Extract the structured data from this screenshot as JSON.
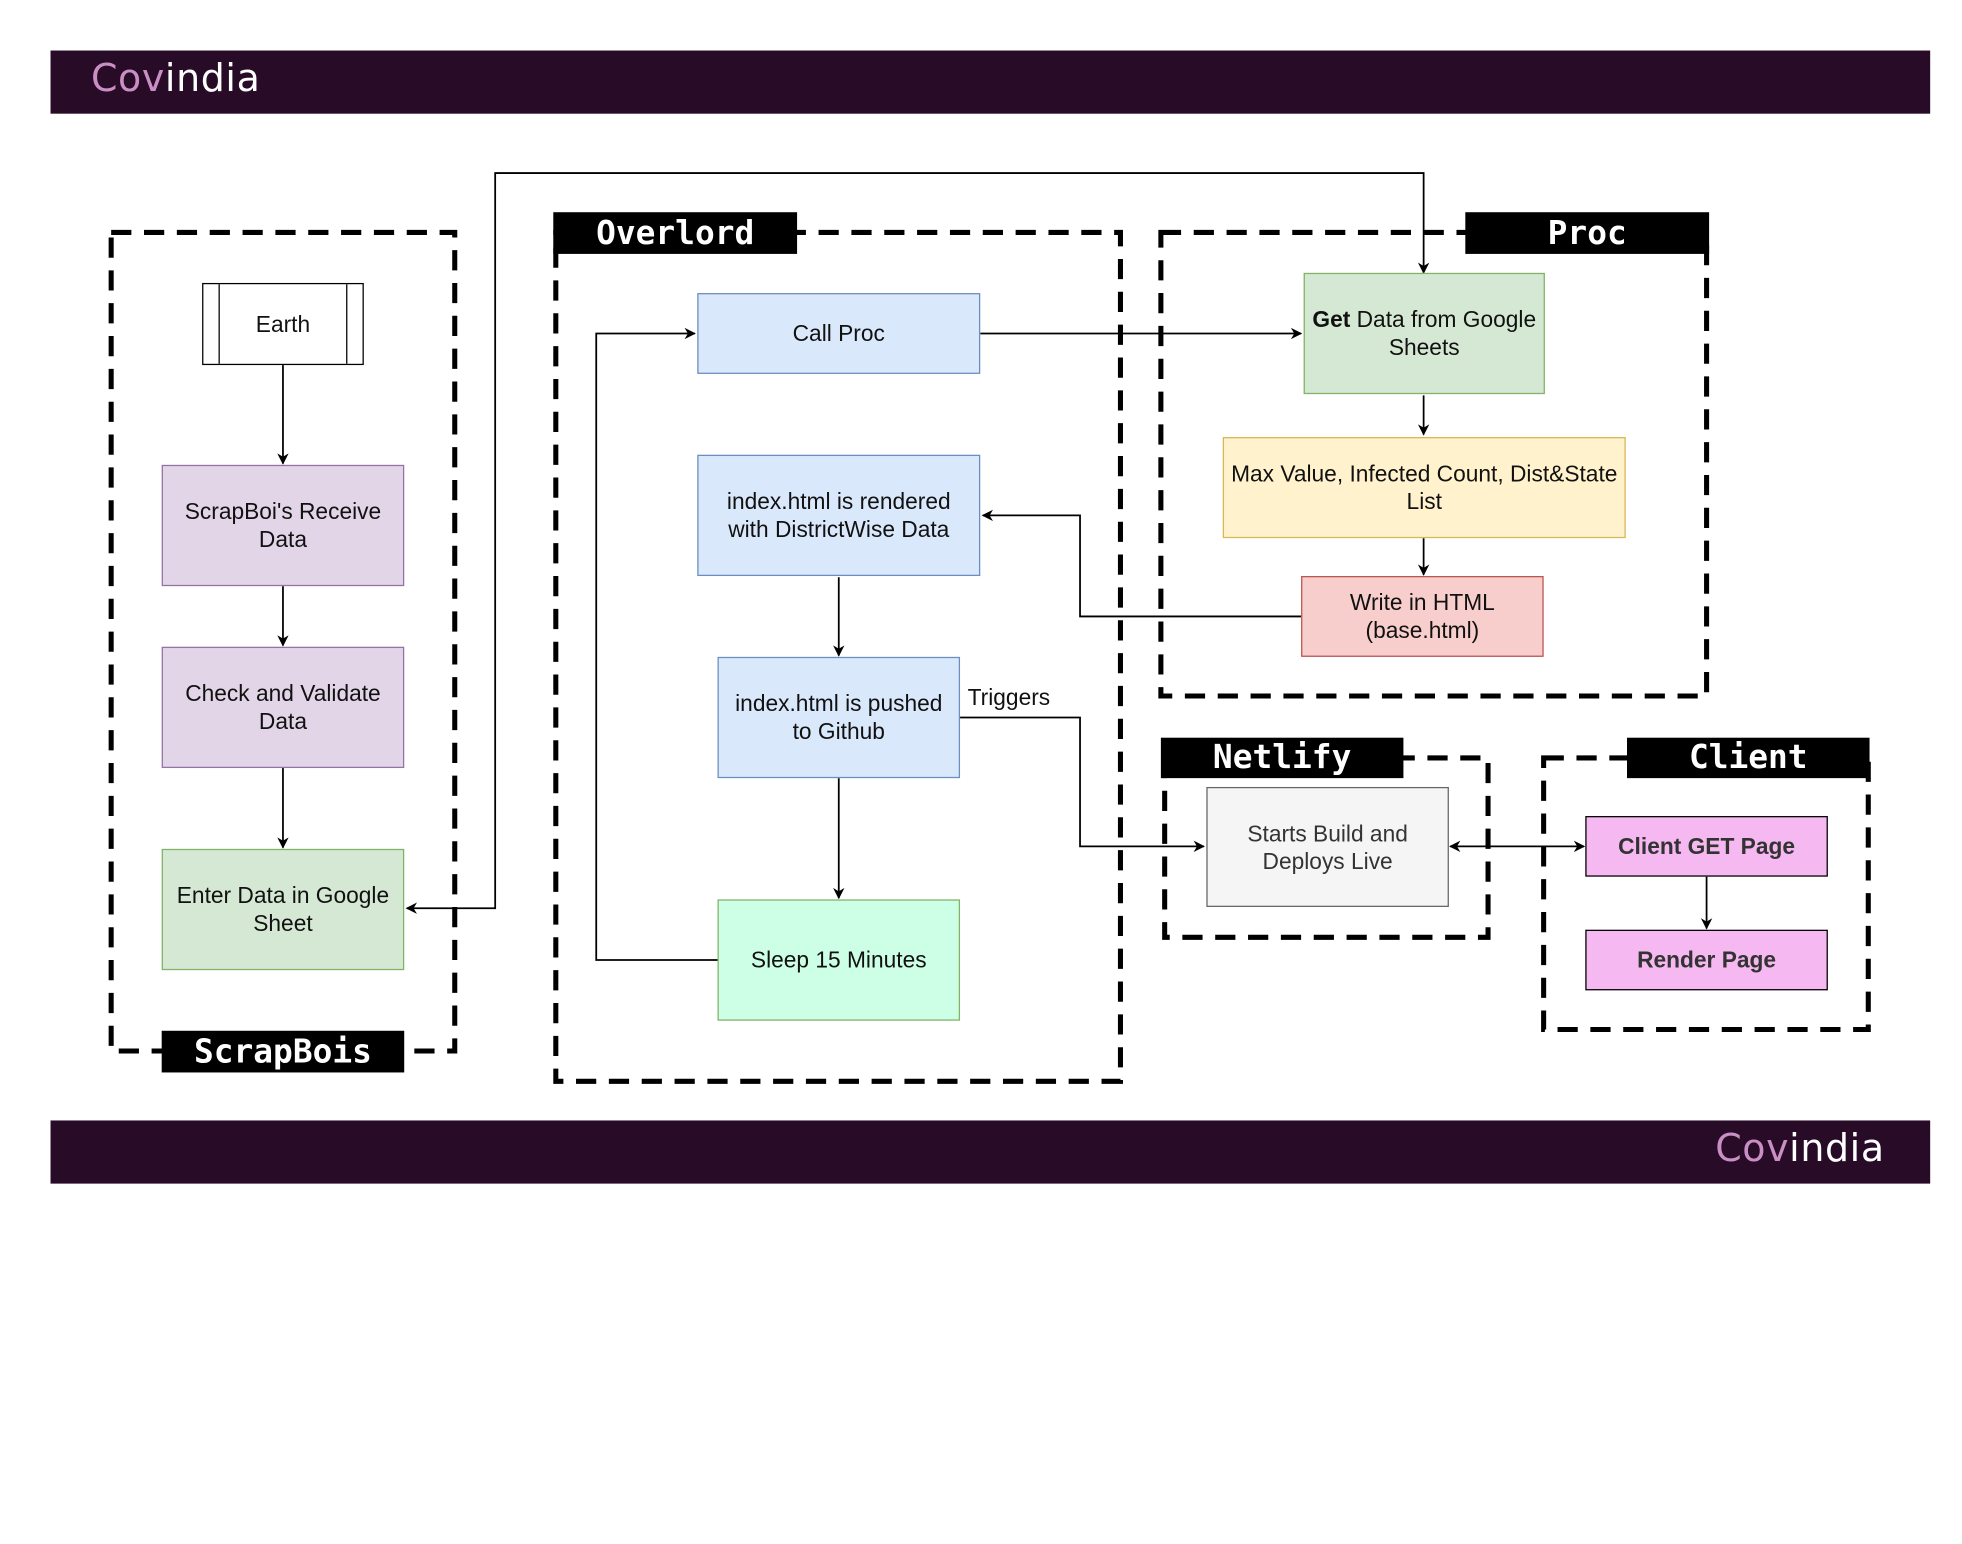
{
  "brand": {
    "prefix": "Cov",
    "suffix": "india"
  },
  "groups": {
    "scrapbois": "ScrapBois",
    "overlord": "Overlord",
    "proc": "Proc",
    "netlify": "Netlify",
    "client": "Client"
  },
  "nodes": {
    "earth": "Earth",
    "receive": "ScrapBoi's Receive Data",
    "validate": "Check and Validate Data",
    "enter": "Enter Data in Google Sheet",
    "call_proc": "Call Proc",
    "rendered": "index.html is rendered with DistrictWise Data",
    "pushed": "index.html is pushed to Github",
    "sleep": "Sleep 15 Minutes",
    "get_bold": "Get",
    "get_rest": " Data from Google Sheets",
    "max_value": "Max Value, Infected Count, Dist&State List",
    "write_html": "Write in HTML (base.html)",
    "build": "Starts Build and Deploys Live",
    "client_get": "Client GET Page",
    "render_page": "Render Page"
  },
  "edge_labels": {
    "triggers": "Triggers"
  },
  "colors": {
    "bar": "#280b26",
    "brand_accent": "#c98fc5",
    "purple_fill": "#e1d5e7",
    "purple_stroke": "#9673a6",
    "green_fill": "#d5e8d4",
    "green_stroke": "#82b366",
    "blue_fill": "#dae8fc",
    "blue_stroke": "#6c8ebf",
    "mint_fill": "#ccffe6",
    "mint_stroke": "#82b366",
    "yellow_fill": "#fff2cc",
    "yellow_stroke": "#d6b656",
    "red_fill": "#f8cecc",
    "red_stroke": "#b85450",
    "gray_fill": "#f5f5f5",
    "gray_stroke": "#666666",
    "pink_fill": "#f5b8f0"
  }
}
